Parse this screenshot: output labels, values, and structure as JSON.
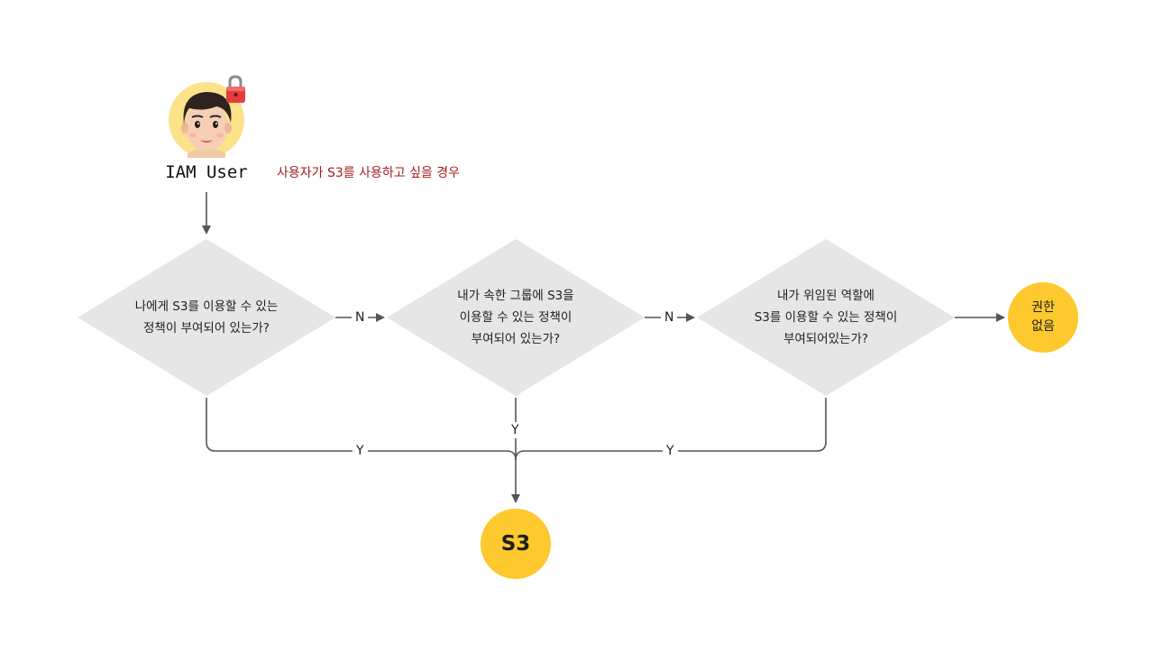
{
  "actor": {
    "label": "IAM User",
    "icons": [
      "person-face-avatar",
      "locked-padlock-icon"
    ]
  },
  "scenario": "사용자가 S3를 사용하고 싶을 경우",
  "decisions": [
    {
      "lines": [
        "나에게 S3를 이용할 수 있는",
        "정책이 부여되어 있는가?"
      ]
    },
    {
      "lines": [
        "내가 속한 그룹에 S3을",
        "이용할 수 있는 정책이",
        "부여되어 있는가?"
      ]
    },
    {
      "lines": [
        "내가 위임된 역할에",
        "S3를 이용할 수 있는 정책이",
        "부여되어있는가?"
      ]
    }
  ],
  "edge_labels": {
    "no_1": "N",
    "no_2": "N",
    "yes_1": "Y",
    "yes_2": "Y",
    "yes_3": "Y"
  },
  "outcomes": {
    "denied": [
      "권한",
      "없음"
    ],
    "granted": "S3"
  },
  "colors": {
    "diamond_fill": "#e6e6e6",
    "outcome_fill": "#fdc92e",
    "connector": "#555555",
    "scenario_text": "#a51d1d",
    "avatar_bg": "#fce289"
  }
}
